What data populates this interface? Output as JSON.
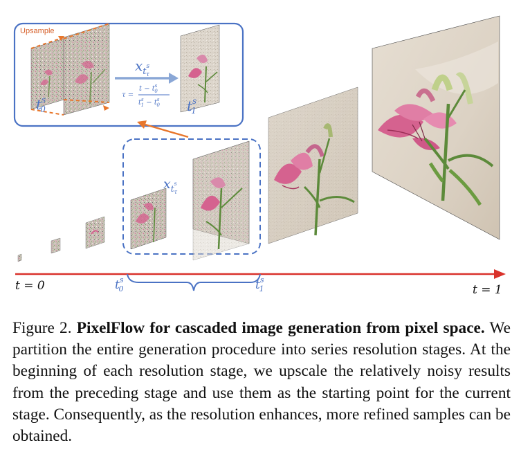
{
  "figure": {
    "inset": {
      "upsample_label": "Upsample",
      "x_label_base": "x",
      "x_label_sub": "t",
      "x_label_subsub": "τ",
      "x_label_sup": "s",
      "tau_lhs": "τ =",
      "tau_num": "t − t",
      "tau_num_sub": "0",
      "tau_num_sup": "s",
      "tau_den": "t",
      "tau_den_a_sub": "1",
      "tau_den_a_sup": "s",
      "tau_den_mid": " − t",
      "tau_den_b_sub": "0",
      "tau_den_b_sup": "s",
      "t0_base": "t",
      "t0_sub": "0",
      "t0_sup": "s",
      "t1_base": "t",
      "t1_sub": "1",
      "t1_sup": "s"
    },
    "stage": {
      "x_label_base": "x",
      "x_label_sub": "t",
      "x_label_subsub": "τ",
      "x_label_sup": "s"
    },
    "timeline": {
      "start_label": "t = 0",
      "end_label": "t = 1",
      "t0_base": "t",
      "t0_sub": "0",
      "t0_sup": "s",
      "t1_base": "t",
      "t1_sub": "1",
      "t1_sup": "s"
    },
    "colors": {
      "blue": "#4a72c4",
      "orange": "#e8762b",
      "red": "#d9322b",
      "petal": "#d5628f",
      "stem": "#5c8a3a"
    }
  },
  "caption": {
    "prefix": "Figure 2. ",
    "bold": "PixelFlow for cascaded image generation from pixel space.",
    "body": "  We partition the entire generation procedure into series resolution stages. At the beginning of each resolution stage, we upscale the relatively noisy results from the preceding stage and use them as the starting point for the current stage. Consequently, as the resolution enhances, more refined samples can be obtained."
  }
}
